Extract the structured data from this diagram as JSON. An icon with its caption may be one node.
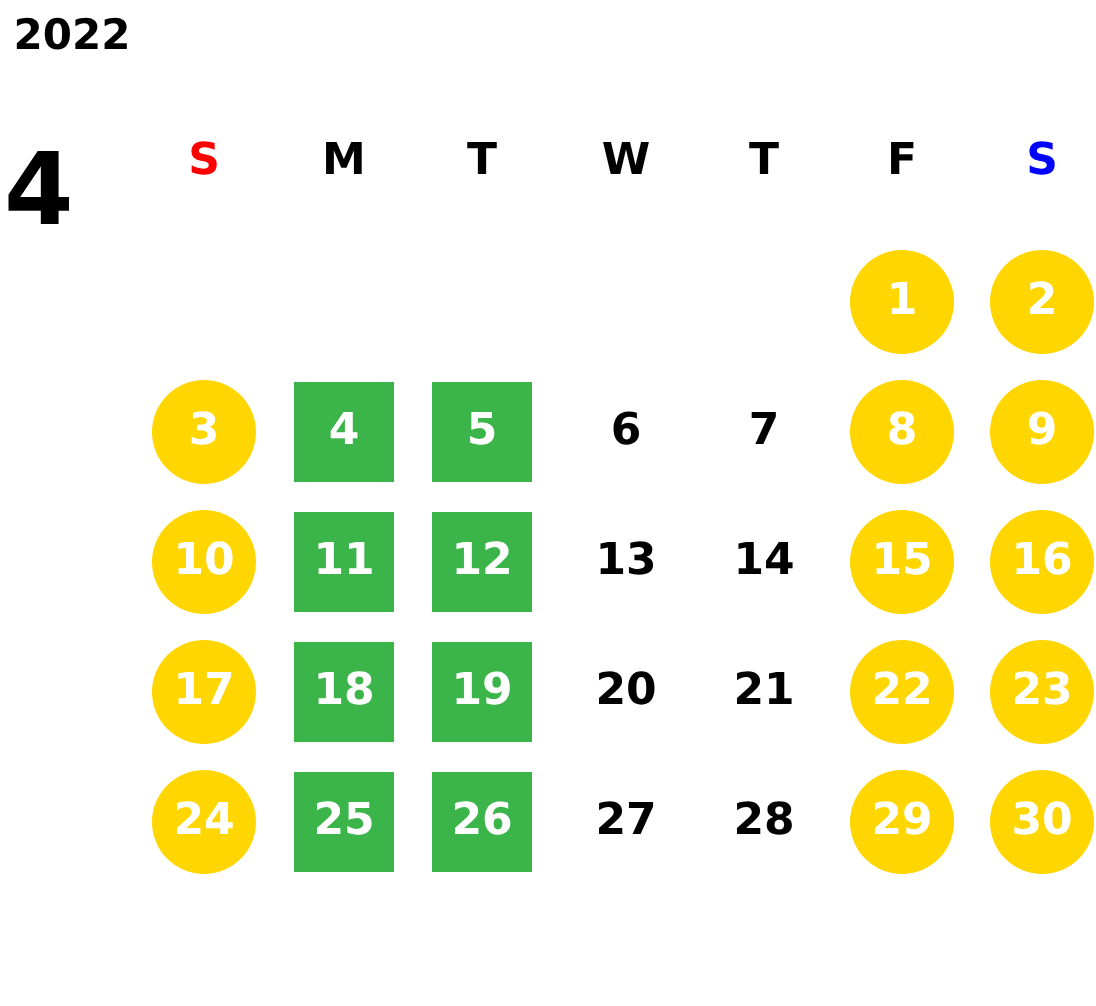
{
  "diagram": {
    "title": "2022",
    "nodes": [
      {
        "text": [
          "1"
        ]
      },
      {
        "text": [
          "2"
        ]
      },
      {
        "text": [
          "3"
        ]
      },
      {
        "text": [
          "4"
        ]
      },
      {
        "text": [
          "5"
        ]
      },
      {
        "text": [
          "8"
        ]
      },
      {
        "text": [
          "9"
        ]
      },
      {
        "text": [
          "10"
        ]
      },
      {
        "text": [
          "11"
        ]
      },
      {
        "text": [
          "12"
        ]
      },
      {
        "text": [
          "15"
        ]
      },
      {
        "text": [
          "16"
        ]
      },
      {
        "text": [
          "17"
        ]
      },
      {
        "text": [
          "18"
        ]
      },
      {
        "text": [
          "19"
        ]
      },
      {
        "text": [
          "22"
        ]
      },
      {
        "text": [
          "23"
        ]
      },
      {
        "text": [
          "24"
        ]
      },
      {
        "text": [
          "25"
        ]
      },
      {
        "text": [
          "26"
        ]
      },
      {
        "text": [
          "29"
        ]
      },
      {
        "text": [
          "30"
        ]
      }
    ],
    "labels": [
      "4",
      "S",
      "M",
      "T",
      "W",
      "T",
      "F",
      "S",
      "6",
      "7",
      "13",
      "14",
      "20",
      "21",
      "27",
      "28"
    ]
  }
}
